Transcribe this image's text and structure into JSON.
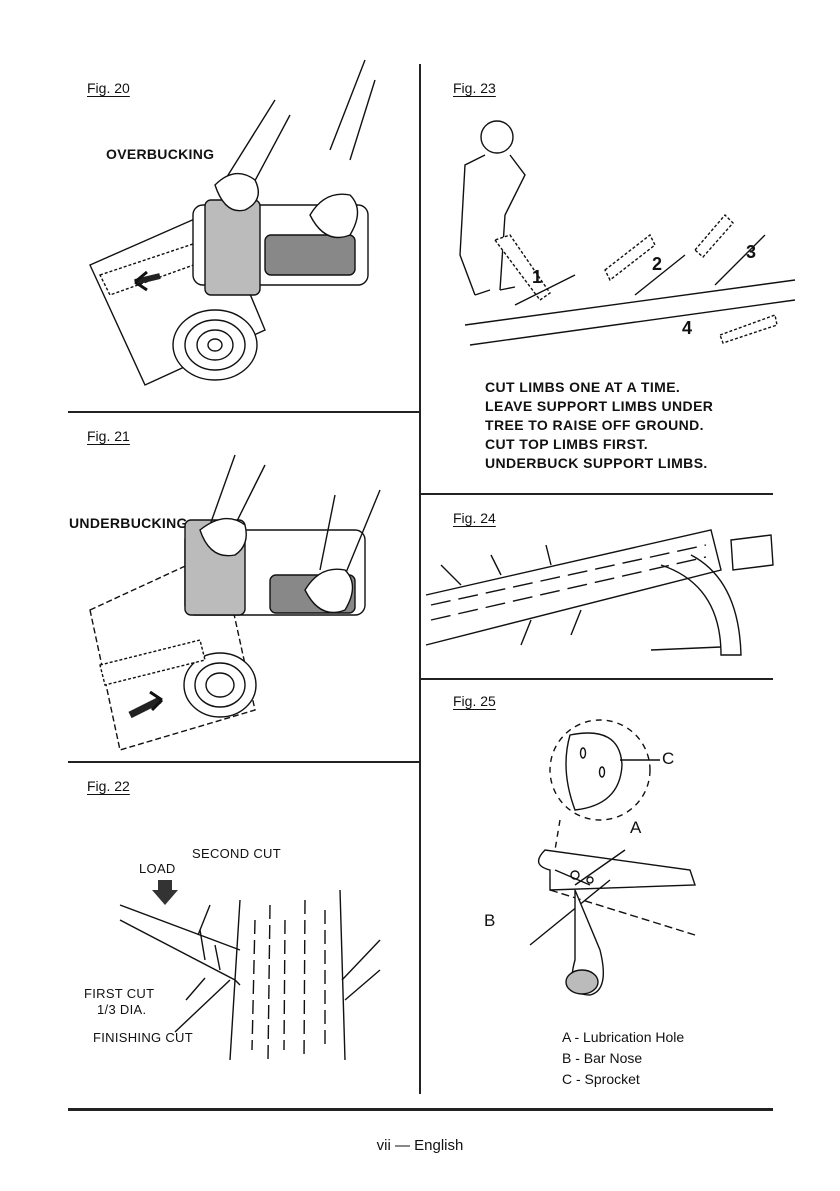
{
  "figures": {
    "fig20": {
      "label": "Fig. 20",
      "caption": "OVERBUCKING"
    },
    "fig21": {
      "label": "Fig. 21",
      "caption": "UNDERBUCKING"
    },
    "fig22": {
      "label": "Fig. 22",
      "load": "LOAD",
      "second_cut": "SECOND CUT",
      "first_cut": "FIRST CUT",
      "dia": "1/3 DIA.",
      "finishing_cut": "FINISHING CUT"
    },
    "fig23": {
      "label": "Fig. 23",
      "markers": [
        "1",
        "2",
        "3",
        "4"
      ],
      "instructions": [
        "CUT LIMBS ONE AT A TIME.",
        "LEAVE SUPPORT LIMBS UNDER",
        "TREE TO RAISE OFF GROUND.",
        "CUT TOP LIMBS FIRST.",
        "UNDERBUCK SUPPORT LIMBS."
      ]
    },
    "fig24": {
      "label": "Fig. 24"
    },
    "fig25": {
      "label": "Fig. 25",
      "callouts": {
        "a": "A",
        "b": "B",
        "c": "C"
      },
      "legend": [
        "A - Lubrication Hole",
        "B - Bar Nose",
        "C - Sprocket"
      ]
    }
  },
  "footer": "vii — English"
}
